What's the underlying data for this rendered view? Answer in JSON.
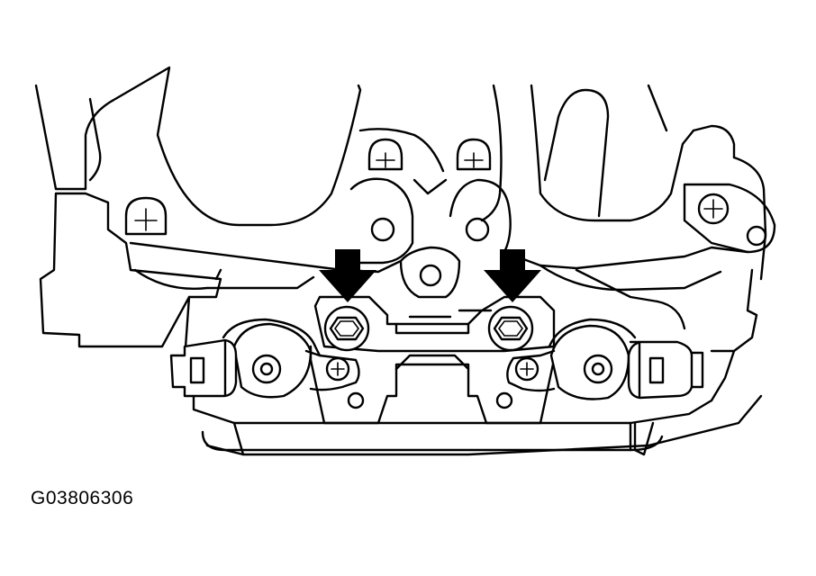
{
  "figure": {
    "id_label": "G03806306"
  },
  "colors": {
    "line": "#000000",
    "background": "#ffffff"
  },
  "parts": {
    "arrows": 2,
    "highlighted_fastener": "hex-bolt",
    "injectors": 2
  }
}
